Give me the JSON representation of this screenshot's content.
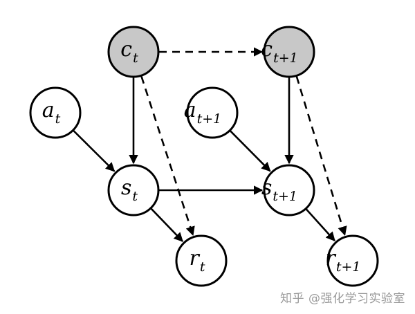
{
  "diagram": {
    "nodes": [
      {
        "id": "c_t",
        "base": "c",
        "sub": "t",
        "fill": "#c8c8c8"
      },
      {
        "id": "c_t1",
        "base": "c",
        "sub": "t+1",
        "fill": "#c8c8c8"
      },
      {
        "id": "a_t",
        "base": "a",
        "sub": "t",
        "fill": "#ffffff"
      },
      {
        "id": "a_t1",
        "base": "a",
        "sub": "t+1",
        "fill": "#ffffff"
      },
      {
        "id": "s_t",
        "base": "s",
        "sub": "t",
        "fill": "#ffffff"
      },
      {
        "id": "s_t1",
        "base": "s",
        "sub": "t+1",
        "fill": "#ffffff"
      },
      {
        "id": "r_t",
        "base": "r",
        "sub": "t",
        "fill": "#ffffff"
      },
      {
        "id": "r_t1",
        "base": "r",
        "sub": "t+1",
        "fill": "#ffffff"
      }
    ],
    "edges": [
      {
        "from": "c_t",
        "to": "c_t1",
        "style": "dashed"
      },
      {
        "from": "c_t",
        "to": "s_t",
        "style": "solid"
      },
      {
        "from": "c_t",
        "to": "r_t",
        "style": "dashed"
      },
      {
        "from": "c_t1",
        "to": "s_t1",
        "style": "solid"
      },
      {
        "from": "c_t1",
        "to": "r_t1",
        "style": "dashed"
      },
      {
        "from": "a_t",
        "to": "s_t",
        "style": "solid"
      },
      {
        "from": "a_t1",
        "to": "s_t1",
        "style": "solid"
      },
      {
        "from": "s_t",
        "to": "s_t1",
        "style": "solid"
      },
      {
        "from": "s_t",
        "to": "r_t",
        "style": "solid"
      },
      {
        "from": "s_t1",
        "to": "r_t1",
        "style": "solid"
      }
    ]
  },
  "watermark": "知乎 @强化学习实验室"
}
